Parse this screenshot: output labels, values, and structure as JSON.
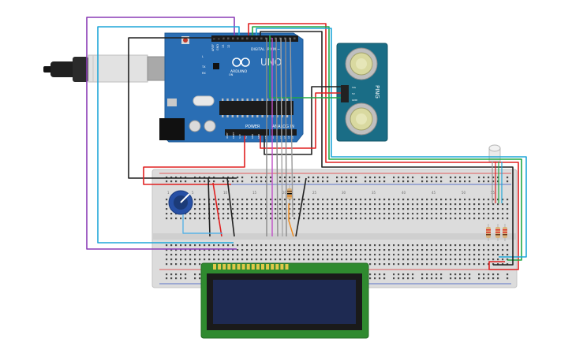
{
  "arduino": {
    "aref_label": "AREF",
    "gnd_label": "GND",
    "pin13_label": "13",
    "pin12_label": "12",
    "digital_label": "DIGITAL (PWM ~)",
    "tx_label": "TX",
    "rx_label": "RX",
    "l_label": "L",
    "on_label": "ON",
    "brand_label": "ARDUINO",
    "model_label": "UNO",
    "power_label": "POWER",
    "analog_label": "ANALOG IN",
    "power_pins": [
      "IOREF",
      "RESET",
      "3.3V",
      "5V",
      "GND",
      "GND",
      "Vin"
    ],
    "analog_pins": [
      "A0",
      "A1",
      "A2",
      "A3",
      "A4",
      "A5"
    ]
  },
  "sensor": {
    "model_label": "PING",
    "pin_labels": [
      "SIG",
      "5V",
      "GND"
    ]
  },
  "breadboard": {
    "column_numbers": [
      "1",
      "5",
      "10",
      "15",
      "20",
      "25",
      "30",
      "35",
      "40",
      "45",
      "50",
      "55"
    ]
  },
  "colors": {
    "arduino_board": "#2a6eb4",
    "breadboard": "#d8d8d8",
    "lcd_board": "#2f8a2f",
    "lcd_screen": "#1e2a52",
    "sensor_board": "#1a6d86",
    "wire_red": "#e02020",
    "wire_black": "#202020",
    "wire_purple": "#8a3bb5",
    "wire_cyan": "#1fa6d8",
    "wire_green": "#23a845",
    "wire_gray": "#8a8a8a",
    "wire_orange": "#f08a1a"
  }
}
